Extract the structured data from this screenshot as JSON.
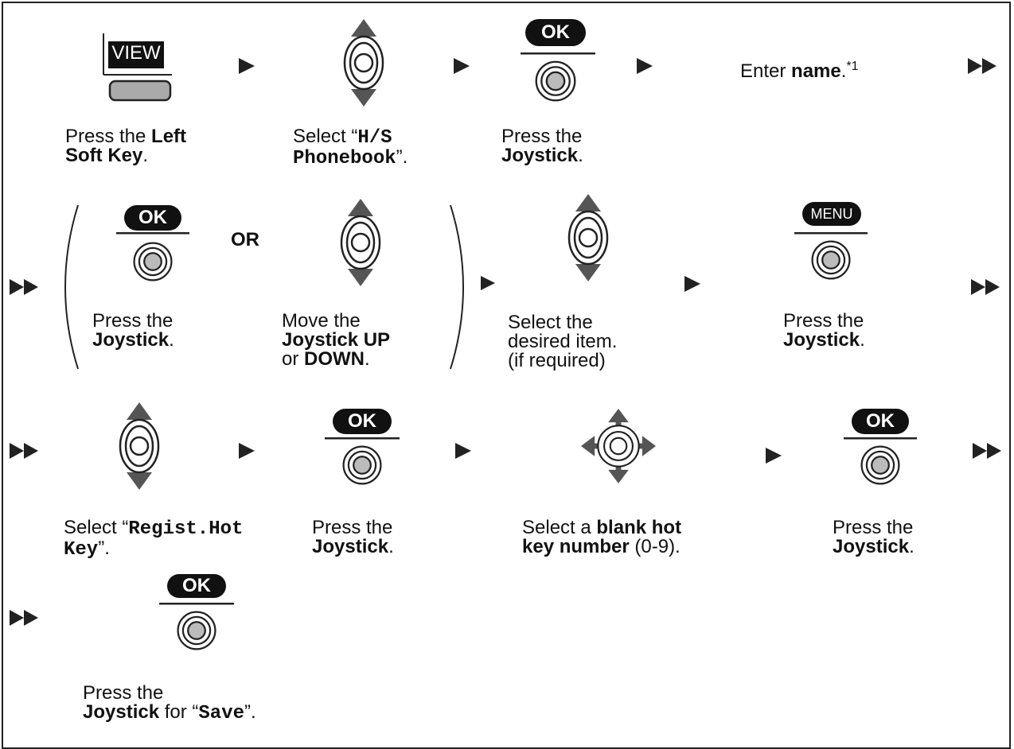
{
  "keys": {
    "view": "VIEW",
    "ok": "OK",
    "menu": "MENU",
    "or": "OR"
  },
  "row1": {
    "c1": {
      "t1": "Press the ",
      "b1": "Left",
      "t2": "",
      "b2": "Soft Key",
      "t3": "."
    },
    "c2": {
      "t1": "Select “",
      "m1": "H/S",
      "m2": "Phonebook",
      "t2": "”."
    },
    "c3": {
      "t1": "Press the",
      "b1": "Joystick",
      "t2": "."
    },
    "c4": {
      "t1": "Enter ",
      "b1": "name",
      "t2": ".",
      "sup": "*1"
    }
  },
  "row2": {
    "c1": {
      "t1": "Press the",
      "b1": "Joystick",
      "t2": "."
    },
    "c2": {
      "t1": "Move the",
      "b1": "Joystick UP",
      "t2": "or ",
      "b2": "DOWN",
      "t3": "."
    },
    "c3": {
      "l1": "Select the",
      "l2": "desired item.",
      "l3": "(if required)"
    },
    "c4": {
      "t1": "Press the",
      "b1": "Joystick",
      "t2": "."
    }
  },
  "row3": {
    "c1": {
      "t1": "Select “",
      "m1": "Regist.Hot",
      "m2": "Key",
      "t2": "”."
    },
    "c2": {
      "t1": "Press the",
      "b1": "Joystick",
      "t2": "."
    },
    "c3": {
      "t1": "Select a ",
      "b1": "blank hot",
      "b2": "key number",
      "t2": " (0-9)."
    },
    "c4": {
      "t1": "Press the",
      "b1": "Joystick",
      "t2": "."
    }
  },
  "row4": {
    "c1": {
      "t1": "Press the",
      "b1": "Joystick",
      "t2": " for “",
      "m1": "Save",
      "t3": "”."
    }
  }
}
